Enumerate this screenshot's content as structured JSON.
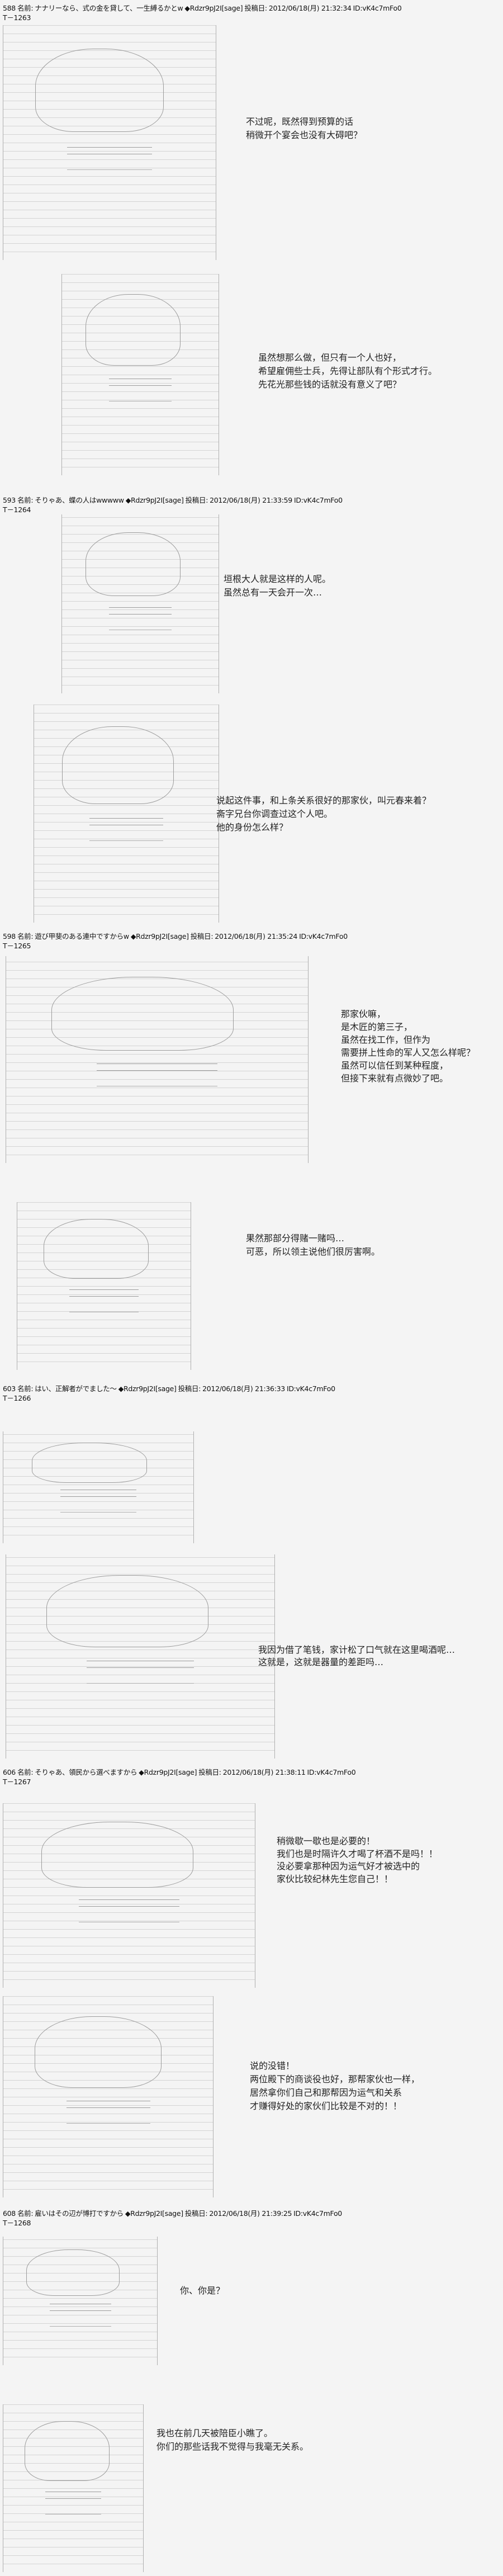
{
  "common": {
    "name_label": "名前:",
    "trip": "◆Rdzr9pJ2I[sage]",
    "date_label": "投稿日:"
  },
  "posts": [
    {
      "num": "588",
      "name": "ナナリーなら、式の金を貸して、一生縛るかとw",
      "date": "2012/06/18(月) 21:32:34",
      "id": "ID:vK4c7mFo0",
      "tnum": "T－1263"
    },
    {
      "num": "593",
      "name": "そりゃあ、蝶の人はwwwww",
      "date": "2012/06/18(月) 21:33:59",
      "id": "ID:vK4c7mFo0",
      "tnum": "T－1264"
    },
    {
      "num": "598",
      "name": "遊び甲斐のある連中ですからw",
      "date": "2012/06/18(月) 21:35:24",
      "id": "ID:vK4c7mFo0",
      "tnum": "T－1265"
    },
    {
      "num": "603",
      "name": "はい、正解者がでました～",
      "date": "2012/06/18(月) 21:36:33",
      "id": "ID:vK4c7mFo0",
      "tnum": "T－1266"
    },
    {
      "num": "606",
      "name": "そりゃあ、領民から選べますから",
      "date": "2012/06/18(月) 21:38:11",
      "id": "ID:vK4c7mFo0",
      "tnum": "T－1267"
    },
    {
      "num": "608",
      "name": "雇いはその辺が博打ですから",
      "date": "2012/06/18(月) 21:39:25",
      "id": "ID:vK4c7mFo0",
      "tnum": "T－1268"
    }
  ],
  "dialogue": [
    [
      "不过呢，既然得到预算的话",
      "稍微开个宴会也没有大碍吧？"
    ],
    [
      "虽然想那么做，但只有一个人也好，",
      "希望雇佣些士兵，先得让部队有个形式才行。",
      "先花光那些钱的话就没有意义了吧？"
    ],
    [
      "垣根大人就是这样的人呢。",
      "虽然总有一天会开一次…"
    ],
    [
      "说起这件事，和上条关系很好的那家伙，叫元春来着？",
      "斋字兄台你调查过这个人吧。",
      "他的身份怎么样？"
    ],
    [
      "那家伙嘛，",
      "是木匠的第三子，",
      "虽然在找工作，但作为",
      "需要拼上性命的军人又怎么样呢？",
      "虽然可以信任到某种程度，",
      "但接下来就有点微妙了吧。"
    ],
    [
      "果然那部分得赌一赌吗…",
      "可恶，所以领主说他们很厉害啊。"
    ],
    [
      "我因为借了笔钱，家计松了口气就在这里喝酒呢…",
      "这就是，这就是器量的差距吗…"
    ],
    [
      "稍微歇一歇也是必要的！",
      "我们也是时隔许久才喝了杯酒不是吗！！",
      "没必要拿那种因为运气好才被选中的",
      "家伙比较纪林先生您自己！！"
    ],
    [
      "说的没错！",
      "两位殿下的商谈役也好，那帮家伙也一样，",
      "居然拿你们自己和那帮因为运气和关系",
      "才赚得好处的家伙们比较是不对的！！"
    ],
    [
      "你、你是？"
    ],
    [
      "我也在前几天被陪臣小瞧了。",
      "你们的那些话我不觉得与我毫无关系。"
    ]
  ]
}
